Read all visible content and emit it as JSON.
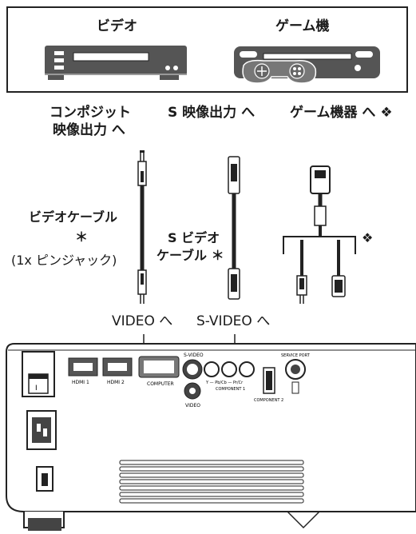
{
  "devices": {
    "video_label": "ビデオ",
    "game_label": "ゲーム機"
  },
  "outputs": {
    "composite_line1": "コンポジット",
    "composite_line2": "映像出力 へ",
    "svideo_out": "S 映像出力 へ",
    "game_out": "ゲーム機器 へ ❖"
  },
  "cables": {
    "video_cable_line1": "ビデオケーブル",
    "video_cable_mark": "＊",
    "video_cable_line3": "(1x ピンジャック)",
    "svideo_cable_line1": "S ビデオ",
    "svideo_cable_line2": "ケーブル ＊",
    "game_cable_mark": "❖"
  },
  "inputs": {
    "video_in": "VIDEO へ",
    "svideo_in": "S-VIDEO へ"
  },
  "panel": {
    "hdmi1": "HDMI 1",
    "hdmi2": "HDMI 2",
    "computer": "COMPUTER",
    "svideo": "S-VIDEO",
    "video": "VIDEO",
    "component1": "COMPONENT 1",
    "component2": "COMPONENT 2",
    "service": "SERVICE PORT",
    "ypbpr": "Y — Pb/Cb — Pr/Cr"
  }
}
